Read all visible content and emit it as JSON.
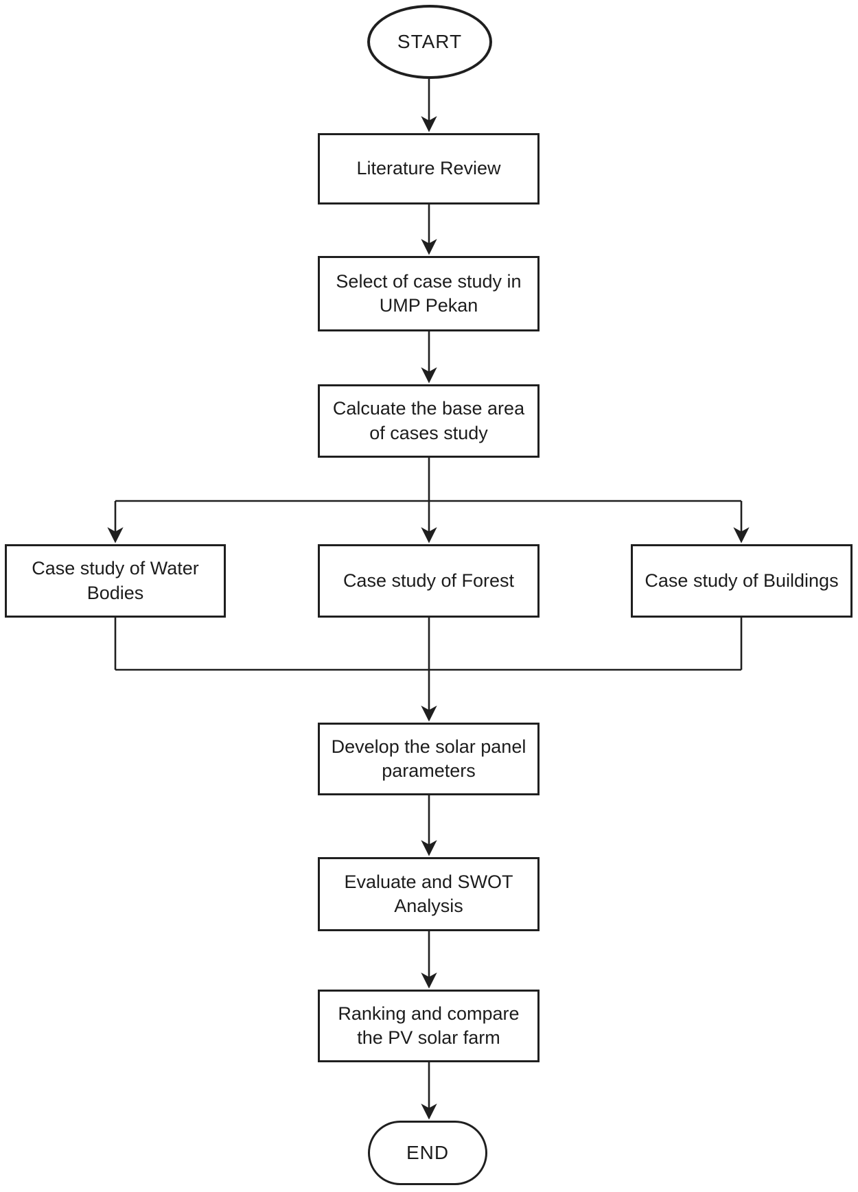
{
  "diagram": {
    "type": "flowchart",
    "colors": {
      "background": "#ffffff",
      "line": "#1f1f1f",
      "text": "#1c1c1c",
      "node_fill": "#ffffff"
    },
    "nodes": {
      "start": {
        "label": "START",
        "shape": "ellipse"
      },
      "literature_review": {
        "label": "Literature Review",
        "shape": "rect"
      },
      "select_case_study": {
        "label": "Select of case study in\nUMP Pekan",
        "shape": "rect"
      },
      "calculate_base_area": {
        "label": "Calcuate the base area\nof cases study",
        "shape": "rect"
      },
      "case_water_bodies": {
        "label": "Case study of Water\nBodies",
        "shape": "rect"
      },
      "case_forest": {
        "label": "Case study of Forest",
        "shape": "rect"
      },
      "case_buildings": {
        "label": "Case study of Buildings",
        "shape": "rect"
      },
      "develop_parameters": {
        "label": "Develop the solar panel\nparameters",
        "shape": "rect"
      },
      "evaluate_swot": {
        "label": "Evaluate and SWOT\nAnalysis",
        "shape": "rect"
      },
      "ranking_compare": {
        "label": "Ranking and compare\nthe PV solar farm",
        "shape": "rect"
      },
      "end": {
        "label": "END",
        "shape": "stadium"
      }
    },
    "edges": [
      {
        "from": "start",
        "to": "literature_review"
      },
      {
        "from": "literature_review",
        "to": "select_case_study"
      },
      {
        "from": "select_case_study",
        "to": "calculate_base_area"
      },
      {
        "from": "calculate_base_area",
        "to": "case_water_bodies"
      },
      {
        "from": "calculate_base_area",
        "to": "case_forest"
      },
      {
        "from": "calculate_base_area",
        "to": "case_buildings"
      },
      {
        "from": "case_water_bodies",
        "to": "develop_parameters"
      },
      {
        "from": "case_forest",
        "to": "develop_parameters"
      },
      {
        "from": "case_buildings",
        "to": "develop_parameters"
      },
      {
        "from": "develop_parameters",
        "to": "evaluate_swot"
      },
      {
        "from": "evaluate_swot",
        "to": "ranking_compare"
      },
      {
        "from": "ranking_compare",
        "to": "end"
      }
    ]
  }
}
